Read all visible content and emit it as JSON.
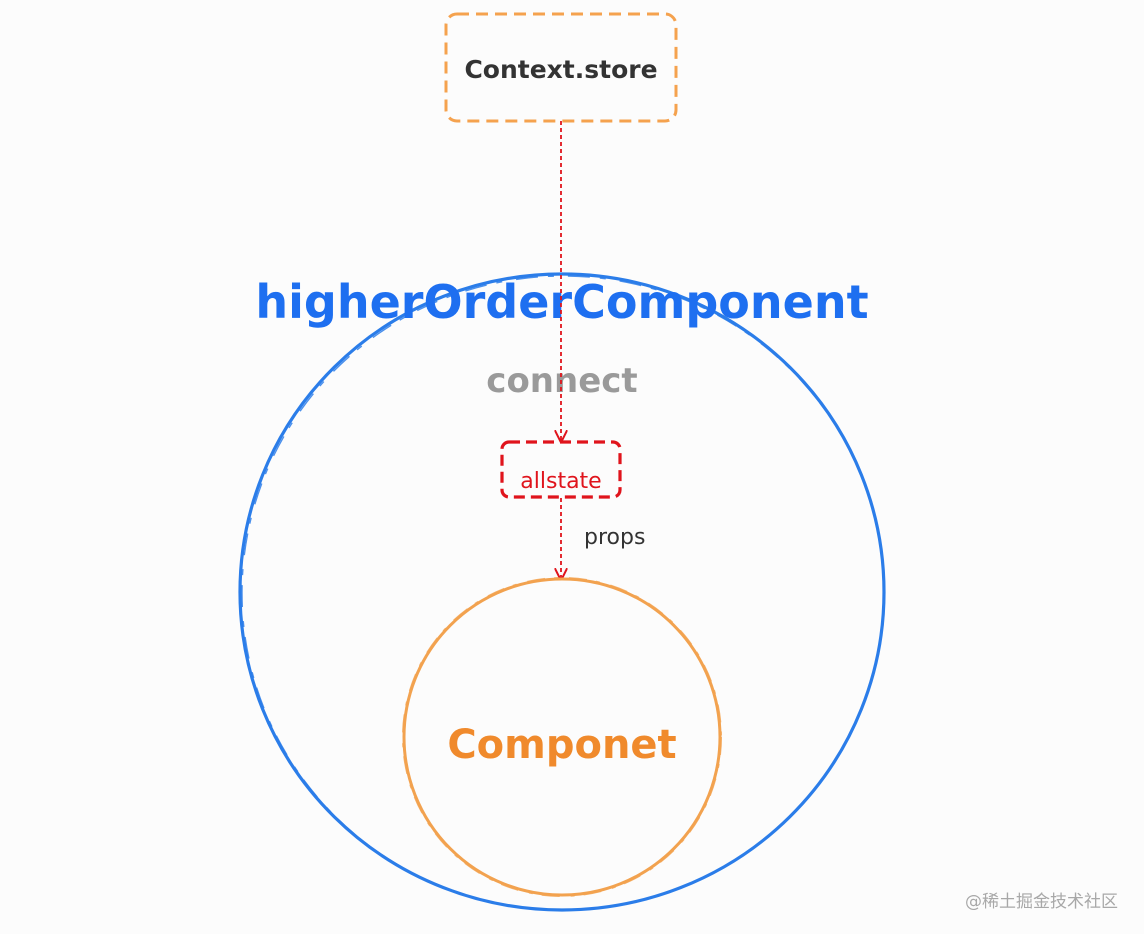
{
  "nodes": {
    "store": "Context.store",
    "hoc": "higherOrderComponent",
    "connect": "connect",
    "allstate": "allstate",
    "component": "Componet"
  },
  "edges": {
    "props_label": "props"
  },
  "watermark": "@稀土掘金技术社区",
  "colors": {
    "store_border": "#f5a24e",
    "hoc_circle": "#2b7de9",
    "hoc_text": "#1e6ff0",
    "connect_text": "#9a9a9a",
    "allstate": "#e0141c",
    "component_circle": "#f2a24f",
    "component_text": "#f08a2c",
    "arrow": "#e0141c"
  }
}
